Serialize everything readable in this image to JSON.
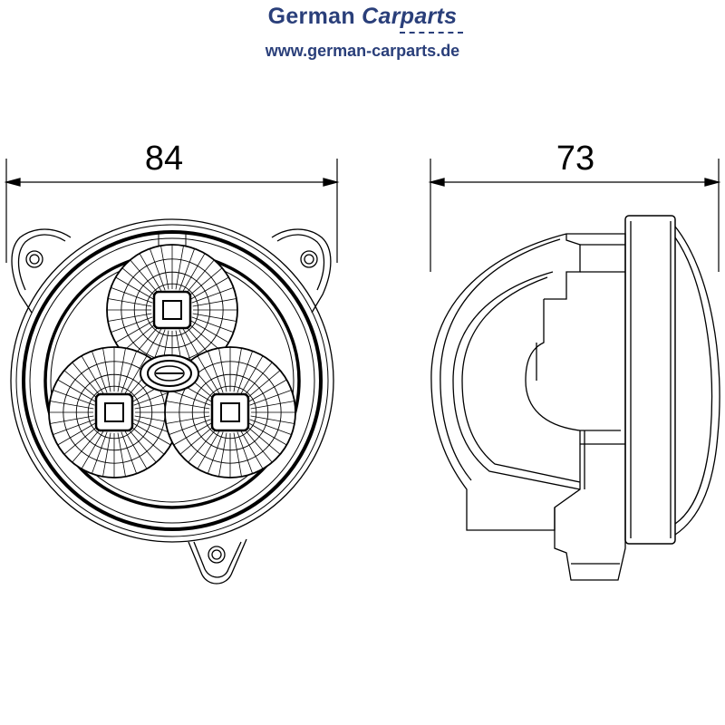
{
  "header": {
    "brand_part1": "German",
    "brand_part2": "Carparts",
    "url": "www.german-carparts.de"
  },
  "dimensions": {
    "width": "84",
    "depth": "73"
  },
  "colors": {
    "brand": "#2a3f7a",
    "line": "#000000"
  }
}
